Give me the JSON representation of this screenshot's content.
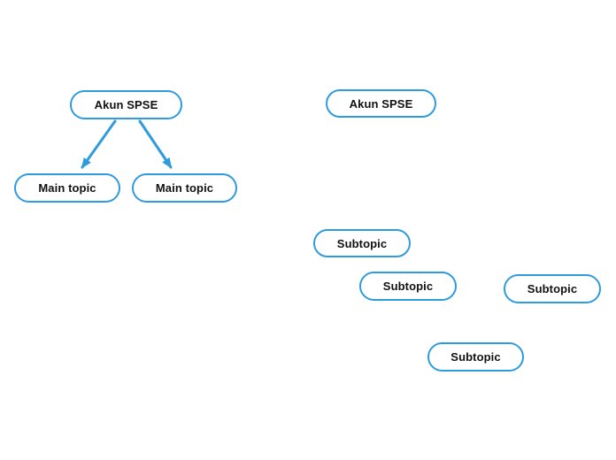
{
  "theme": {
    "canvas_background": "#ffffff",
    "node_border_color": "#2e9bdf",
    "node_fill_color": "#ffffff",
    "node_text_color": "#111111",
    "connector_color": "#2e9bdf"
  },
  "mindmap": {
    "tree": {
      "root": {
        "label": "Akun SPSE"
      },
      "children": [
        {
          "label": "Main topic"
        },
        {
          "label": "Main topic"
        }
      ]
    },
    "floating": {
      "root": {
        "label": "Akun SPSE"
      },
      "subtopics": [
        {
          "label": "Subtopic"
        },
        {
          "label": "Subtopic"
        },
        {
          "label": "Subtopic"
        },
        {
          "label": "Subtopic"
        }
      ]
    }
  }
}
